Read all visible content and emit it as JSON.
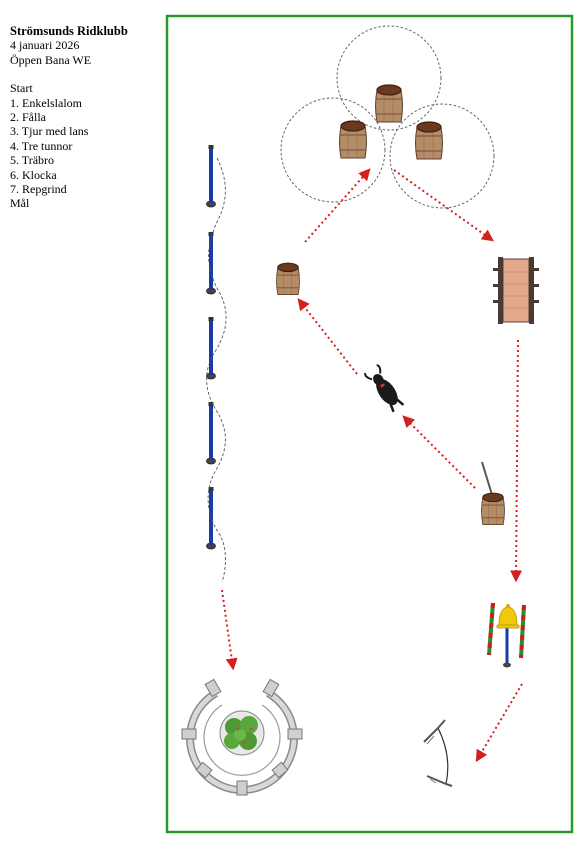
{
  "header": {
    "club": "Strömsunds Ridklubb",
    "date": "4 januari 2026",
    "course_name": "Öppen Bana WE"
  },
  "course": {
    "start_label": "Start",
    "obstacles": [
      "1. Enkelslalom",
      "2. Fålla",
      "3. Tjur med lans",
      "4. Tre tunnor",
      "5. Träbro",
      "6. Klocka",
      "7. Repgrind"
    ],
    "finish_label": "Mål"
  },
  "colors": {
    "arena_border": "#2a9a2a",
    "route_arrow": "#d62020",
    "pole": "#1a3aa8",
    "barrel_wood": "#b58c66",
    "barrel_top": "#6b3a1c",
    "bell": "#f2c80f",
    "bridge": "#e2a98c",
    "greenery": "#4f9a33"
  },
  "icons": [
    "slalom-pole-icon",
    "pen-icon",
    "bull-icon",
    "barrel-icon",
    "bridge-icon",
    "bell-icon",
    "rope-gate-icon"
  ]
}
